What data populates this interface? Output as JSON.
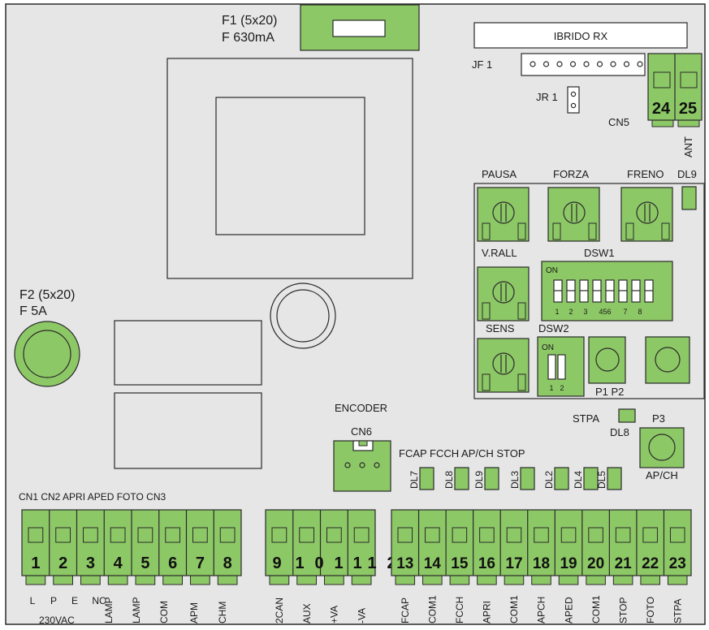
{
  "fuse1": {
    "line1": "F1 (5x20)",
    "line2": "F 630mA"
  },
  "fuse2": {
    "line1": "F2 (5x20)",
    "line2": "F 5A"
  },
  "ibrido": "IBRIDO RX",
  "jf1": "JF 1",
  "jr1": "JR 1",
  "cn5": "CN5",
  "cn5_pins": [
    "24",
    "25"
  ],
  "ant": "ANT",
  "pots": {
    "pausa": "PAUSA",
    "forza": "FORZA",
    "freno": "FRENO",
    "vrall": "V.RALL",
    "sens": "SENS"
  },
  "dl9": "DL9",
  "dsw1": {
    "label": "DSW1",
    "on": "ON",
    "nums": [
      "1",
      "2",
      "3",
      "456",
      "7",
      "8"
    ]
  },
  "dsw2": {
    "label": "DSW2",
    "on": "ON",
    "nums": [
      "1",
      "2"
    ]
  },
  "p1p2": "P1 P2",
  "stpa": "STPA",
  "dl8": "DL8",
  "p3": "P3",
  "apch": "AP/CH",
  "encoder": "ENCODER",
  "cn6": "CN6",
  "led_header": "FCAP FCCH AP/CH STOP",
  "leds": [
    "DL7",
    "DL8",
    "DL9",
    "DL3",
    "DL2",
    "DL4",
    "DL5"
  ],
  "cn_header": "CN1 CN2 APRI APED FOTO CN3",
  "block1": {
    "pins": [
      "1",
      "2",
      "3",
      "4",
      "5",
      "6",
      "7",
      "8"
    ],
    "labels": [
      "L",
      "P",
      "E",
      "NC",
      "LAMP",
      "LAMP",
      "COM",
      "APM",
      "CHM"
    ],
    "vac": "230VAC"
  },
  "block2": {
    "pins": [
      "9",
      "1",
      "0",
      "1",
      "1",
      "1",
      "2"
    ],
    "labels": [
      "2CAN",
      "AUX",
      "+VA",
      "-VA"
    ]
  },
  "block3": {
    "pins": [
      "13",
      "14",
      "15",
      "16",
      "17",
      "18",
      "19",
      "20",
      "21",
      "22",
      "23"
    ],
    "labels": [
      "FCAP",
      "COM1",
      "FCCH",
      "APRI",
      "COM1",
      "APCH",
      "APED",
      "COM1",
      "STOP",
      "FOTO",
      "STPA"
    ]
  }
}
